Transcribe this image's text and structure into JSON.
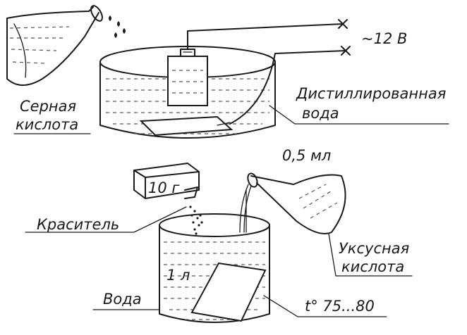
{
  "labels": {
    "sulfuric_acid_line1": "Серная",
    "sulfuric_acid_line2": "кислота",
    "voltage": "~12 В",
    "distilled_water_line1": "Дистиллированная",
    "distilled_water_line2": "вода",
    "dye_amount": "10 г",
    "dye": "Краситель",
    "acetic_acid_amount": "0,5 мл",
    "acetic_acid_line1": "Уксусная",
    "acetic_acid_line2": "кислота",
    "water_volume": "1 л",
    "water": "Вода",
    "temperature": "t° 75...80"
  },
  "colors": {
    "ink": "#1a1a1a",
    "paper": "#ffffff"
  }
}
